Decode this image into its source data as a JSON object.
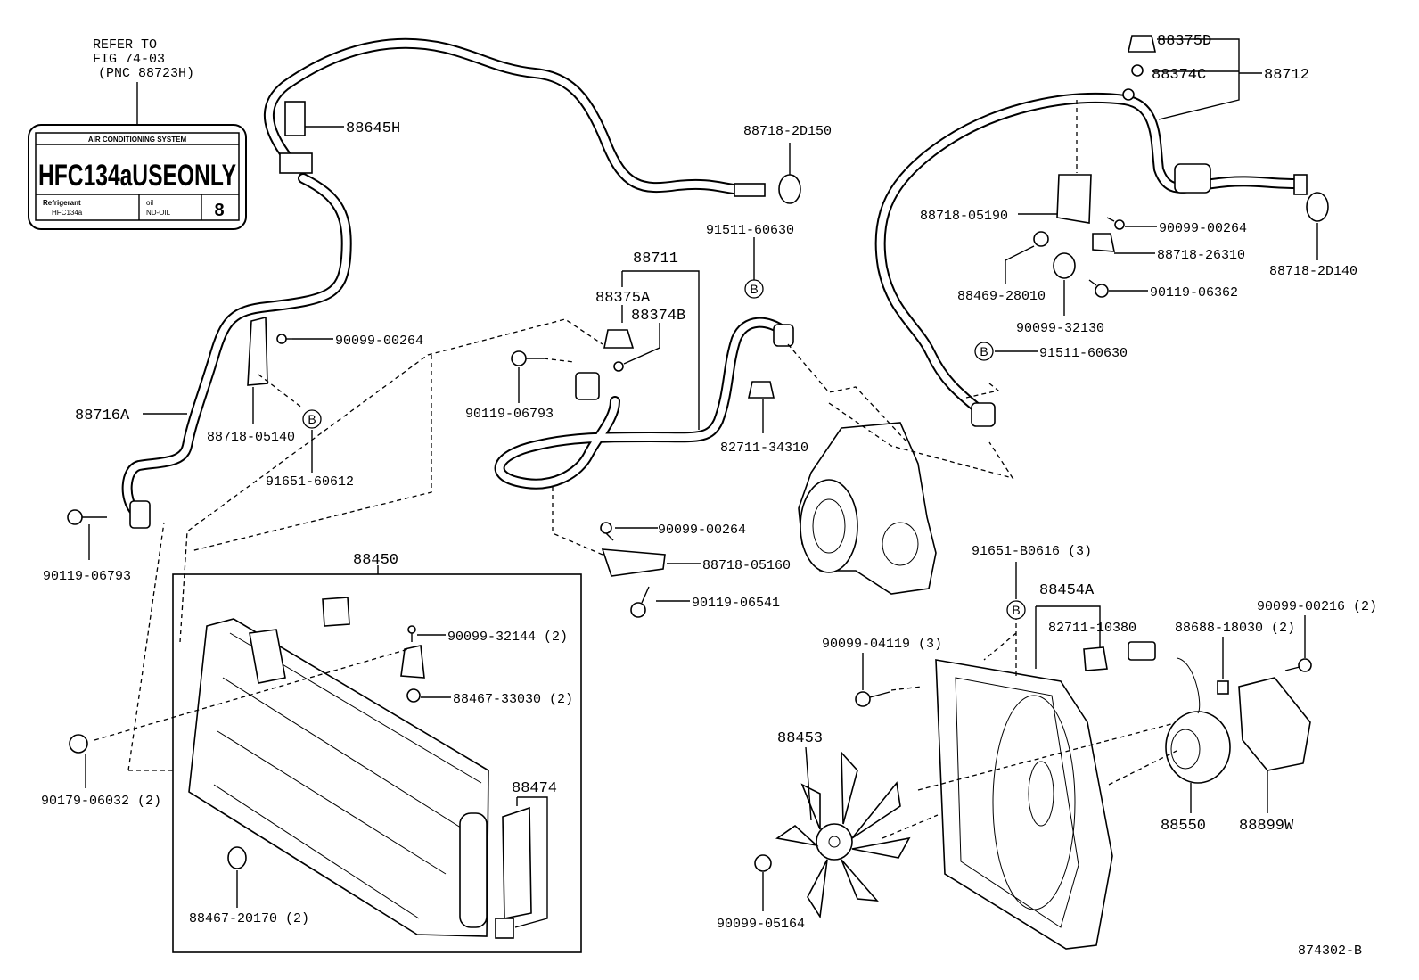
{
  "refer_note": {
    "line1": "REFER TO",
    "line2": "FIG 74-03",
    "line3": "(PNC 88723H)"
  },
  "label_card": {
    "header": "AIR CONDITIONING SYSTEM",
    "main": "HFC134aUSEONLY",
    "refrigerant_label": "Refrigerant",
    "refrigerant_value": "HFC134a",
    "oil_label": "oil",
    "oil_value": "ND-OIL",
    "oil_number": "8"
  },
  "callouts": {
    "p88645H": "88645H",
    "p88716A": "88716A",
    "p90099_00264_a": "90099-00264",
    "p88718_05140": "88718-05140",
    "p91651_60612": "91651-60612",
    "p90119_06793_a": "90119-06793",
    "p88718_2D150": "88718-2D150",
    "p91511_60630_a": "91511-60630",
    "p88711": "88711",
    "p88375A": "88375A",
    "p88374B": "88374B",
    "p90119_06793_b": "90119-06793",
    "p82711_34310": "82711-34310",
    "p90099_00264_b": "90099-00264",
    "p88718_05160": "88718-05160",
    "p90119_06541": "90119-06541",
    "p88375D": "88375D",
    "p88374C": "88374C",
    "p88712": "88712",
    "p88718_05190": "88718-05190",
    "p90099_00264_c": "90099-00264",
    "p88718_26310": "88718-26310",
    "p88718_2D140": "88718-2D140",
    "p88469_28010": "88469-28010",
    "p90119_06362": "90119-06362",
    "p90099_32130": "90099-32130",
    "p91511_60630_b": "91511-60630",
    "p88450": "88450",
    "p90099_32144": "90099-32144 (2)",
    "p88467_33030": "88467-33030 (2)",
    "p90179_06032": "90179-06032 (2)",
    "p88474": "88474",
    "p88467_20170": "88467-20170 (2)",
    "p91651_B0616": "91651-B0616 (3)",
    "p88454A": "88454A",
    "p82711_10380": "82711-10380",
    "p88688_18030": "88688-18030 (2)",
    "p90099_00216": "90099-00216 (2)",
    "p90099_04119": "90099-04119 (3)",
    "p88453": "88453",
    "p88550": "88550",
    "p88899W": "88899W",
    "p90099_05164": "90099-05164"
  },
  "ref_marker": "B",
  "figure_id": "874302-B"
}
